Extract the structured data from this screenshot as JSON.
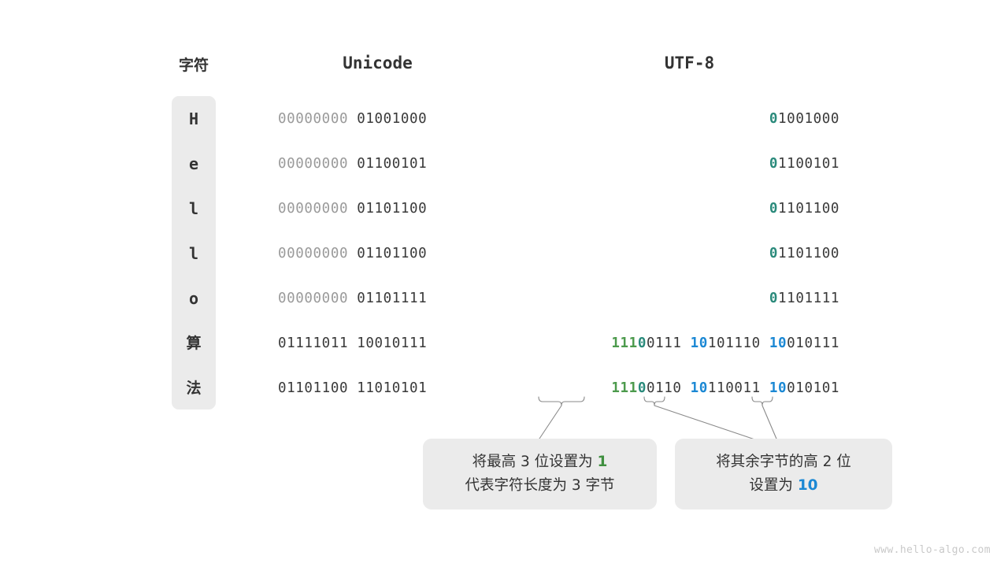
{
  "headers": {
    "char": "字符",
    "unicode": "Unicode",
    "utf8": "UTF-8"
  },
  "rows": [
    {
      "char": "H",
      "unicode_high": "00000000",
      "unicode_low": "01001000",
      "utf8_bytes": [
        {
          "marker": "0",
          "marker_color": "teal",
          "rest": "1001000"
        }
      ]
    },
    {
      "char": "e",
      "unicode_high": "00000000",
      "unicode_low": "01100101",
      "utf8_bytes": [
        {
          "marker": "0",
          "marker_color": "teal",
          "rest": "1100101"
        }
      ]
    },
    {
      "char": "l",
      "unicode_high": "00000000",
      "unicode_low": "01101100",
      "utf8_bytes": [
        {
          "marker": "0",
          "marker_color": "teal",
          "rest": "1101100"
        }
      ]
    },
    {
      "char": "l",
      "unicode_high": "00000000",
      "unicode_low": "01101100",
      "utf8_bytes": [
        {
          "marker": "0",
          "marker_color": "teal",
          "rest": "1101100"
        }
      ]
    },
    {
      "char": "o",
      "unicode_high": "00000000",
      "unicode_low": "01101111",
      "utf8_bytes": [
        {
          "marker": "0",
          "marker_color": "teal",
          "rest": "1101111"
        }
      ]
    },
    {
      "char": "算",
      "unicode_high": "01111011",
      "unicode_low": "10010111",
      "utf8_bytes": [
        {
          "prefix": "111",
          "prefix_color": "green",
          "marker": "0",
          "marker_color": "teal",
          "rest": "0111"
        },
        {
          "prefix": "10",
          "prefix_color": "blue",
          "marker": "",
          "marker_color": "",
          "rest": "101110"
        },
        {
          "prefix": "10",
          "prefix_color": "blue",
          "marker": "",
          "marker_color": "",
          "rest": "010111"
        }
      ]
    },
    {
      "char": "法",
      "unicode_high": "01101100",
      "unicode_low": "11010101",
      "utf8_bytes": [
        {
          "prefix": "111",
          "prefix_color": "green",
          "marker": "0",
          "marker_color": "teal",
          "rest": "0110"
        },
        {
          "prefix": "10",
          "prefix_color": "blue",
          "marker": "",
          "marker_color": "",
          "rest": "110011"
        },
        {
          "prefix": "10",
          "prefix_color": "blue",
          "marker": "",
          "marker_color": "",
          "rest": "010101"
        }
      ]
    }
  ],
  "callouts": [
    {
      "id": "callout-a",
      "line1_pre": "将最高 3 位设置为 ",
      "line1_em": "1",
      "line1_em_color": "green",
      "line2": "代表字符长度为 3 字节"
    },
    {
      "id": "callout-b",
      "line1_pre": "将其余字节的高 2 位",
      "line1_em": "",
      "line1_em_color": "",
      "line2_pre": "设置为 ",
      "line2_em": "10",
      "line2_em_color": "blue"
    }
  ],
  "watermark": "www.hello-algo.com",
  "colors": {
    "teal": "#2a8a7b",
    "green": "#4c9a4c",
    "blue": "#1b88d4",
    "panel": "#ebebeb",
    "text": "#333333",
    "dim": "#9a9a9a",
    "watermark": "#c9c9c9",
    "connector": "#8a8a8a"
  }
}
